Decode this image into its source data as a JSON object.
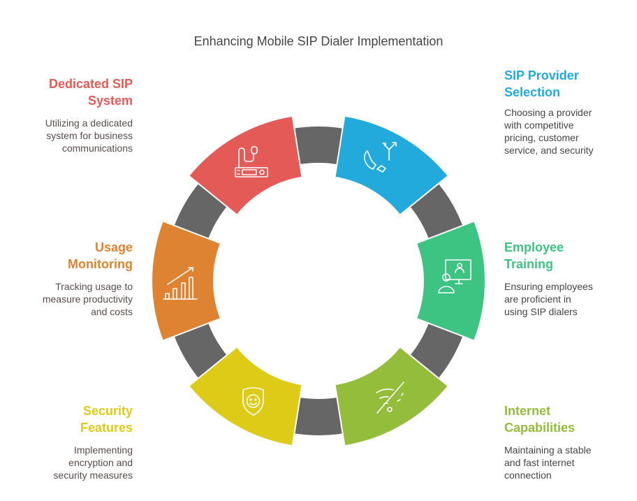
{
  "title": "Enhancing Mobile SIP Dialer Implementation",
  "ring_color": "#666666",
  "steps": [
    {
      "heading_1": "Dedicated SIP",
      "heading_2": "System",
      "desc": [
        "Utilizing a dedicated",
        "system for business",
        "communications"
      ],
      "color": "#E45A56",
      "icon": "sip-phone-icon"
    },
    {
      "heading_1": "SIP Provider",
      "heading_2": "Selection",
      "desc": [
        "Choosing a provider",
        "with competitive",
        "pricing, customer",
        "service, and security"
      ],
      "color": "#21AADB",
      "icon": "phone-route-icon"
    },
    {
      "heading_1": "Employee",
      "heading_2": "Training",
      "desc": [
        "Ensuring employees",
        "are proficient in",
        "using SIP dialers"
      ],
      "color": "#3DC482",
      "icon": "training-icon"
    },
    {
      "heading_1": "Internet",
      "heading_2": "Capabilities",
      "desc": [
        "Maintaining a stable",
        "and fast internet",
        "connection"
      ],
      "color": "#93BD3B",
      "icon": "wifi-off-icon"
    },
    {
      "heading_1": "Security",
      "heading_2": "Features",
      "desc": [
        "Implementing",
        "encryption and",
        "security measures"
      ],
      "color": "#DECB17",
      "icon": "shield-face-icon"
    },
    {
      "heading_1": "Usage",
      "heading_2": "Monitoring",
      "desc": [
        "Tracking usage to",
        "measure productivity",
        "and costs"
      ],
      "color": "#DD8331",
      "icon": "growth-chart-icon"
    }
  ]
}
